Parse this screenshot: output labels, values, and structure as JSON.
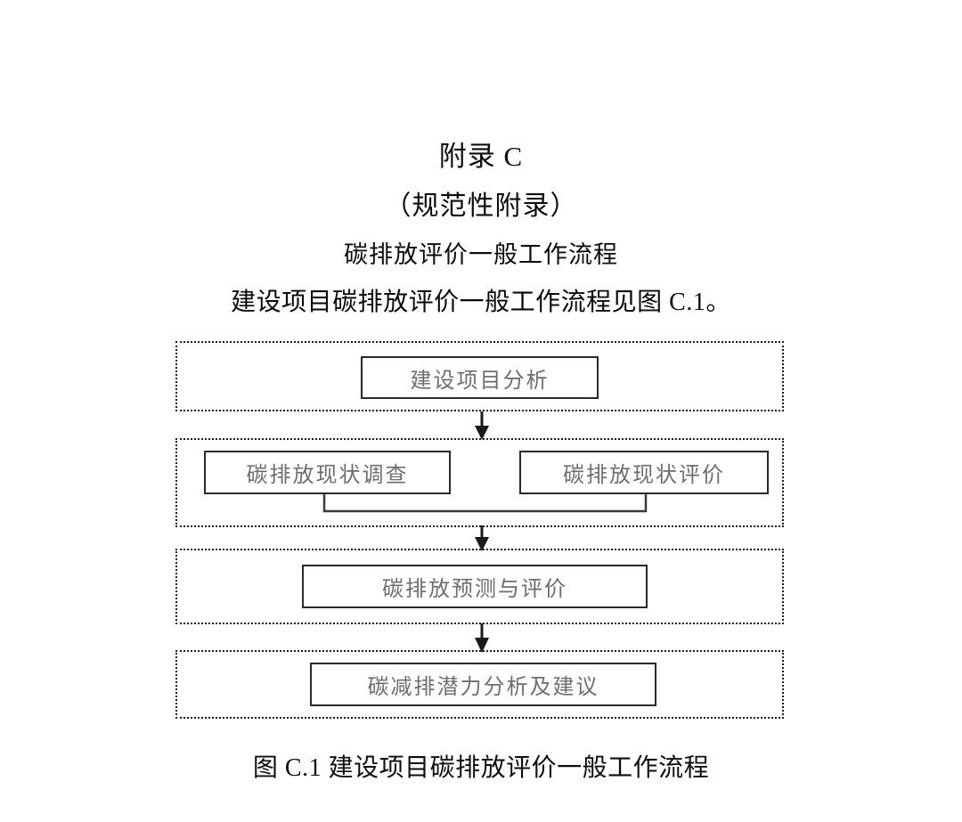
{
  "document": {
    "appendix_title": "附录 C",
    "appendix_subtitle": "（规范性附录）",
    "appendix_section": "碳排放评价一般工作流程",
    "intro_paragraph": "建设项目碳排放评价一般工作流程见图 C.1。",
    "figure_caption": "图 C.1  建设项目碳排放评价一般工作流程"
  },
  "colors": {
    "text": "#0d0d0d",
    "node_text": "#6e6e6e",
    "node_border": "#2a2a2a",
    "stage_border": "#1d1d1d",
    "connector": "#1a1a1a",
    "background": "#ffffff"
  },
  "flowchart": {
    "type": "flowchart",
    "orientation": "top-to-bottom",
    "stages": [
      {
        "id": "stage-1",
        "nodes": [
          {
            "id": "node-1",
            "label": "建设项目分析"
          }
        ]
      },
      {
        "id": "stage-2",
        "nodes": [
          {
            "id": "node-2a",
            "label": "碳排放现状调查"
          },
          {
            "id": "node-2b",
            "label": "碳排放现状评价"
          }
        ]
      },
      {
        "id": "stage-3",
        "nodes": [
          {
            "id": "node-3",
            "label": "碳排放预测与评价"
          }
        ]
      },
      {
        "id": "stage-4",
        "nodes": [
          {
            "id": "node-4",
            "label": "碳减排潜力分析及建议"
          }
        ]
      }
    ],
    "edges": [
      {
        "from": "stage-1",
        "to": "stage-2",
        "style": "arrow-down"
      },
      {
        "from": "stage-2",
        "to": "stage-3",
        "style": "merge-bracket-arrow-down"
      },
      {
        "from": "stage-3",
        "to": "stage-4",
        "style": "arrow-down"
      }
    ]
  }
}
